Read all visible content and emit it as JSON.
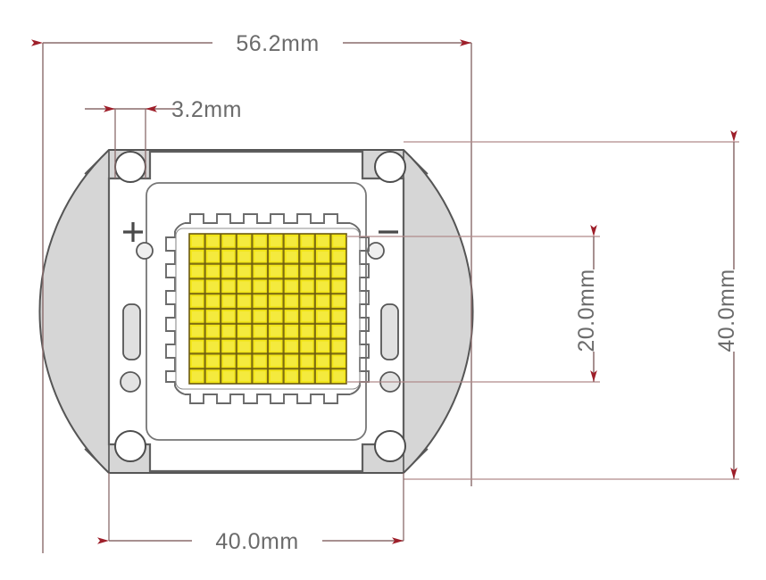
{
  "drawing": {
    "title": "LED COB module mechanical dimension drawing",
    "units": "mm",
    "background_color": "#ffffff"
  },
  "dimensions": {
    "overall_width": {
      "label": "56.2mm",
      "value": 56.2,
      "orientation": "horizontal",
      "position": "top"
    },
    "mounting_hole_diameter": {
      "label": "3.2mm",
      "value": 3.2,
      "orientation": "horizontal",
      "position": "top-left"
    },
    "emitter_height": {
      "label": "20.0mm",
      "value": 20.0,
      "orientation": "vertical",
      "position": "right-inner"
    },
    "overall_height": {
      "label": "40.0mm",
      "value": 40.0,
      "orientation": "vertical",
      "position": "right-outer"
    },
    "body_width": {
      "label": "40.0mm",
      "value": 40.0,
      "orientation": "horizontal",
      "position": "bottom"
    }
  },
  "markers": {
    "positive": "+",
    "negative": "−"
  },
  "colors": {
    "dimension_line": "#8a6b6b",
    "arrow": "#9e1f2a",
    "dimension_text": "#6b6b6b",
    "substrate_fill": "#d6d6d6",
    "substrate_stroke": "#555555",
    "ceramic_fill": "#ffffff",
    "ceramic_stroke": "#6a6a6a",
    "trace_stroke": "#6a6a6a",
    "led_cell": "#f2e517",
    "led_grid_line": "#6b5a10",
    "phosphor_fill": "#ffffff"
  },
  "led_array": {
    "rows": 10,
    "columns": 10,
    "count": 100,
    "cell_color": "#f2e517"
  },
  "features": {
    "mounting_holes": 4,
    "solder_pads": 2,
    "slots": 2,
    "castellations_per_side": 6
  }
}
